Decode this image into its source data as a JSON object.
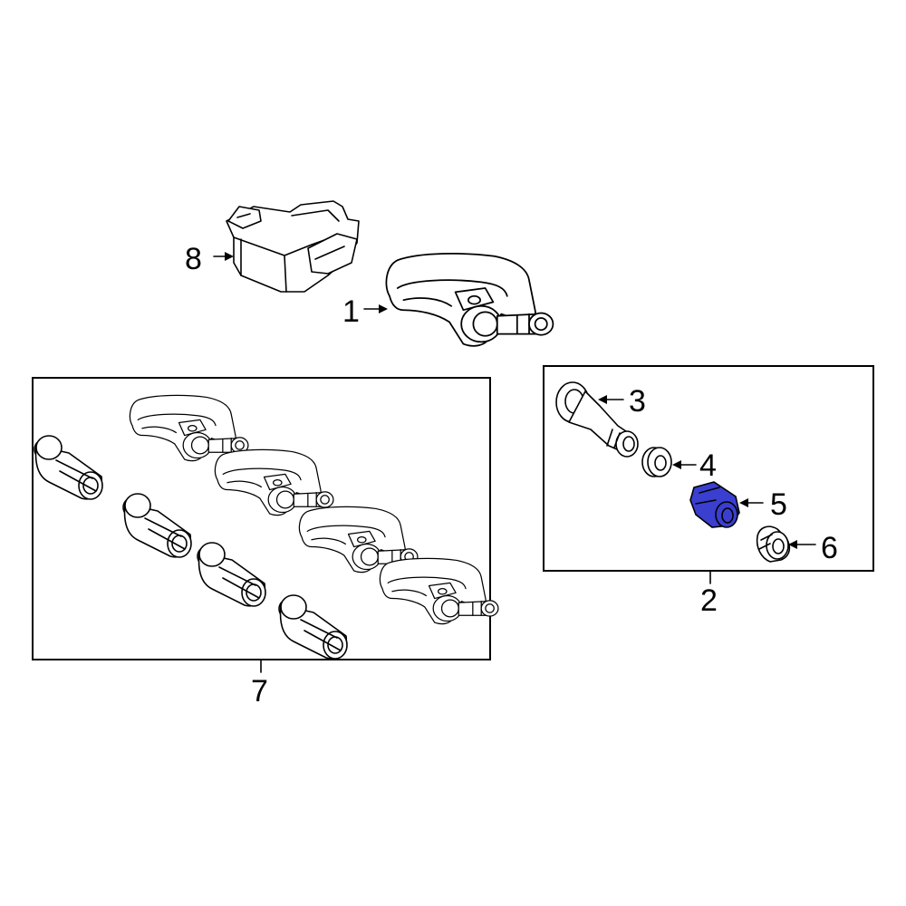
{
  "diagram": {
    "highlight_color": "#3a3fd0",
    "callouts": {
      "c1": "1",
      "c2": "2",
      "c3": "3",
      "c4": "4",
      "c5": "5",
      "c6": "6",
      "c7": "7",
      "c8": "8"
    },
    "highlighted_part": "5"
  }
}
